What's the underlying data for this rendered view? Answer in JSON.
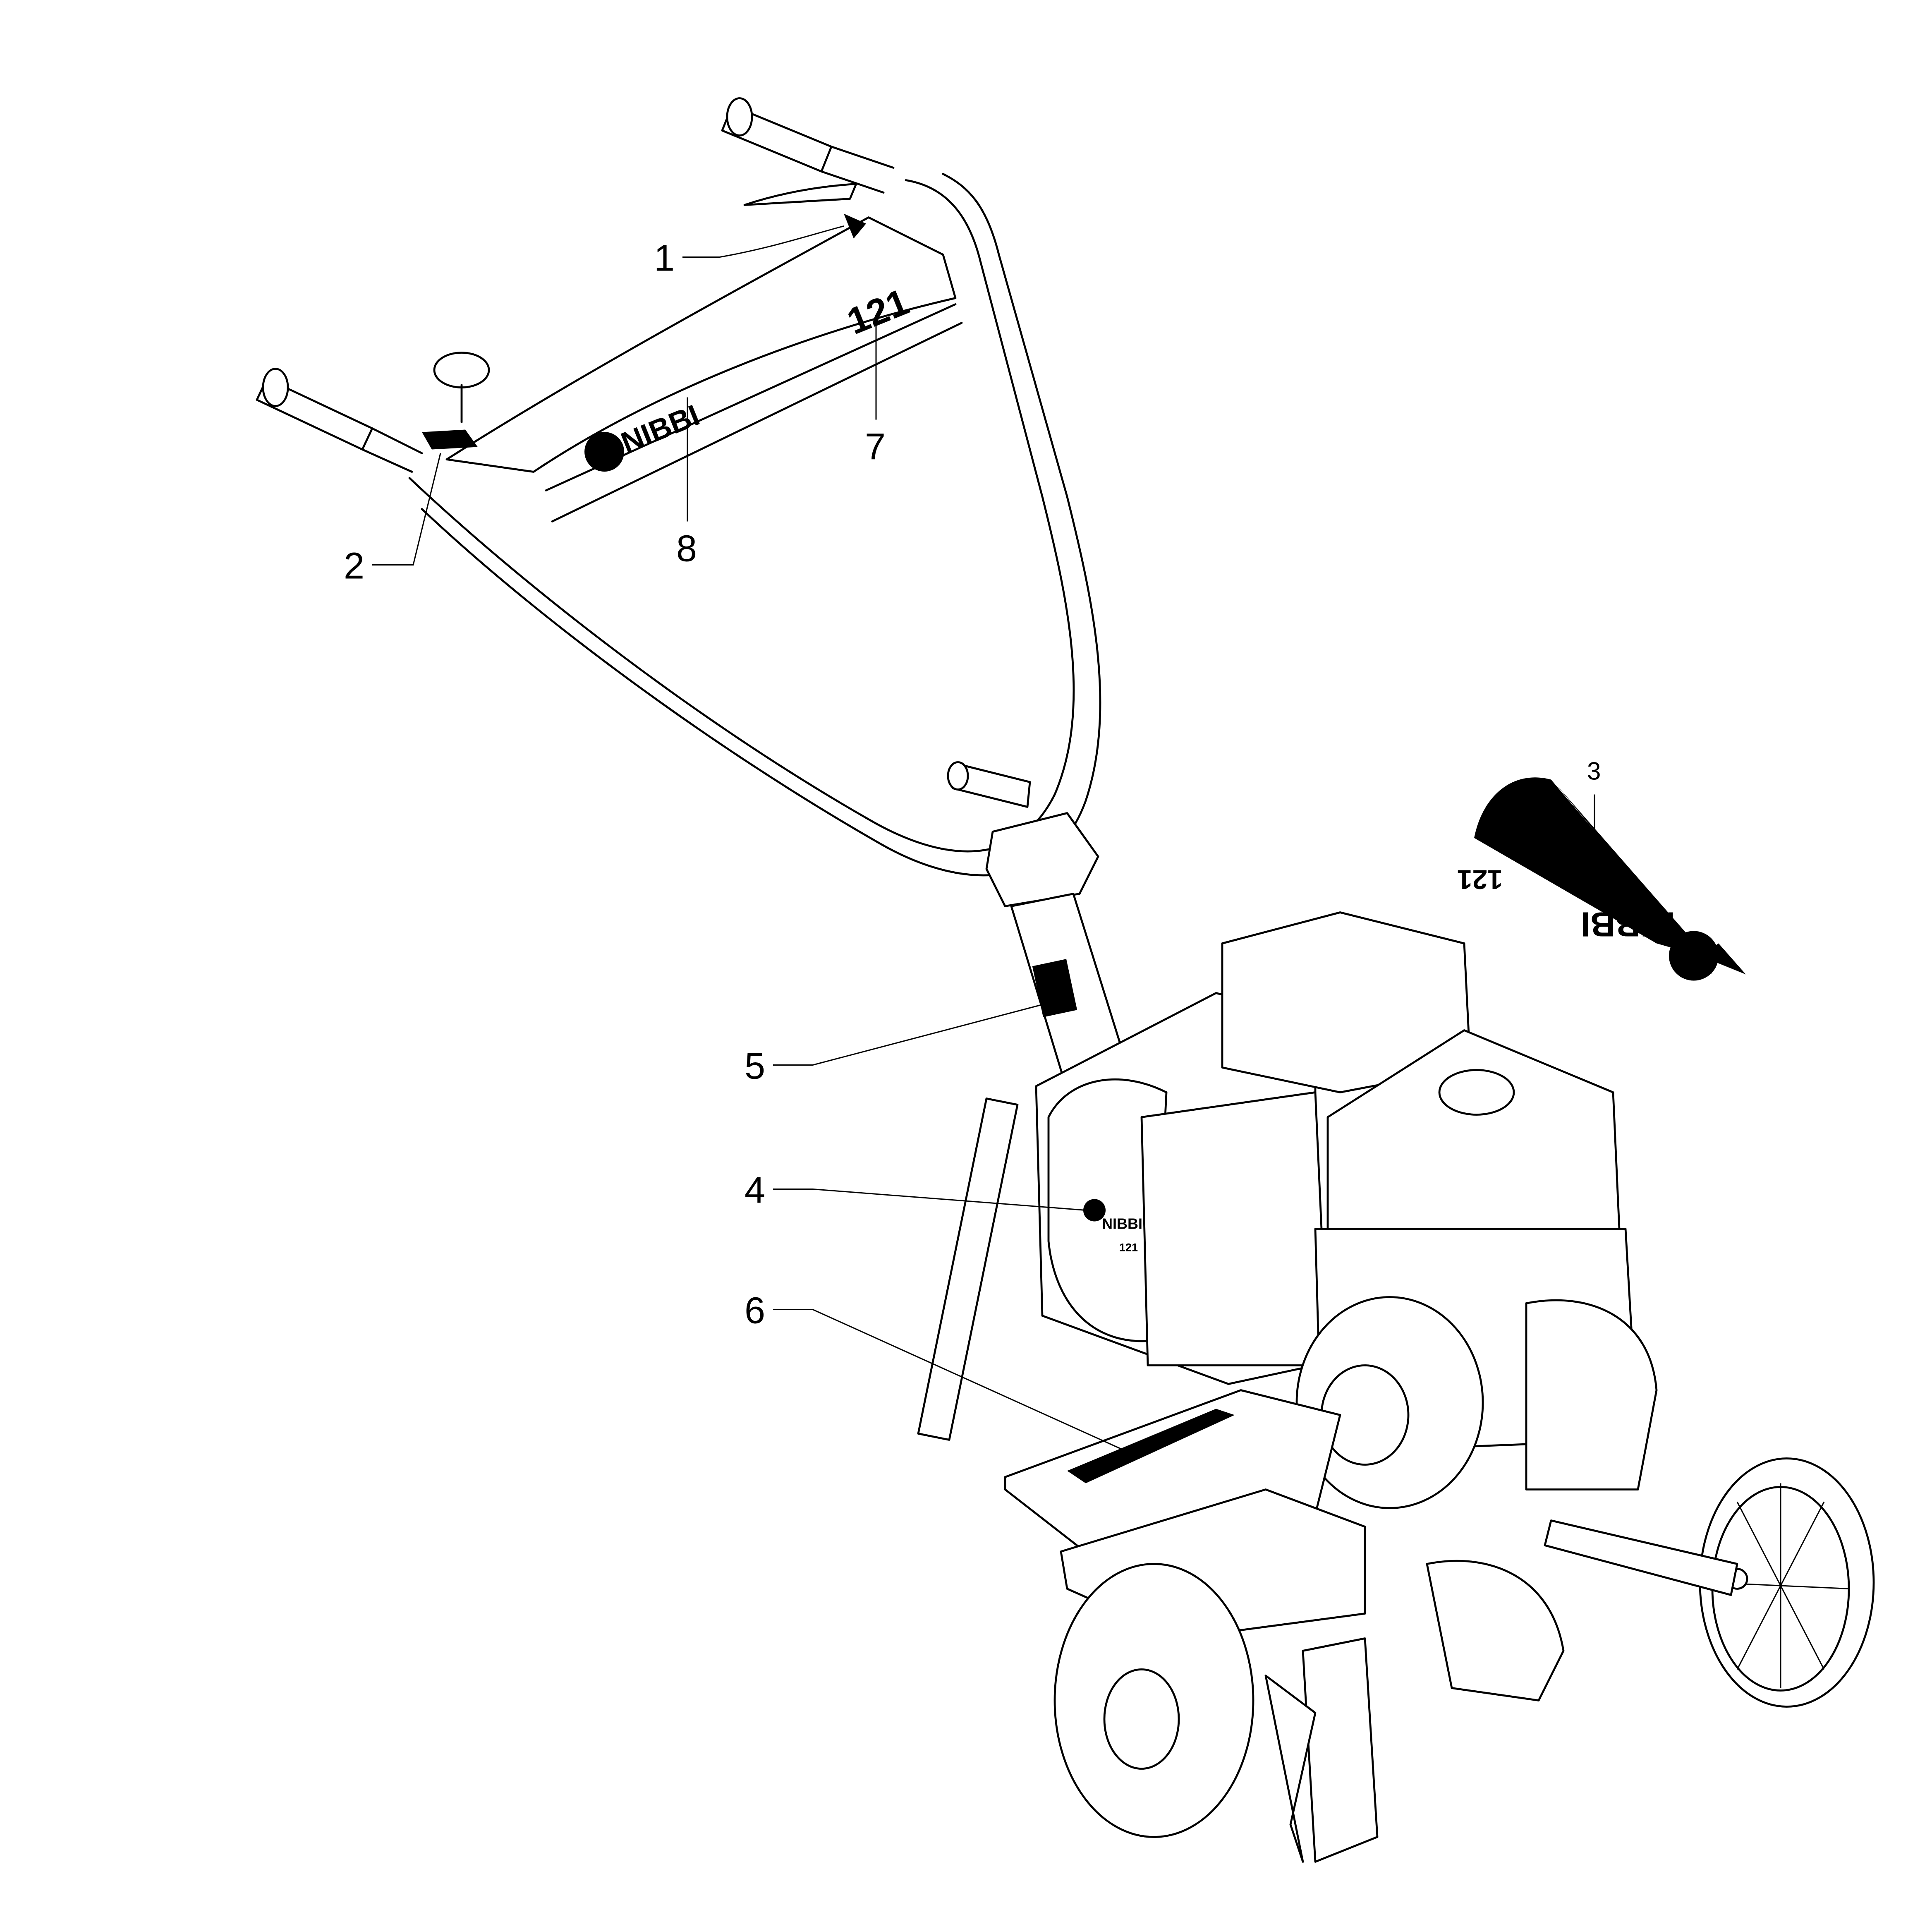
{
  "diagram": {
    "title": "Decal placement - tiller",
    "callouts": [
      "1",
      "2",
      "3",
      "4",
      "5",
      "6",
      "7",
      "8"
    ],
    "logos": {
      "brand": "NIBBI",
      "model": "121"
    }
  }
}
